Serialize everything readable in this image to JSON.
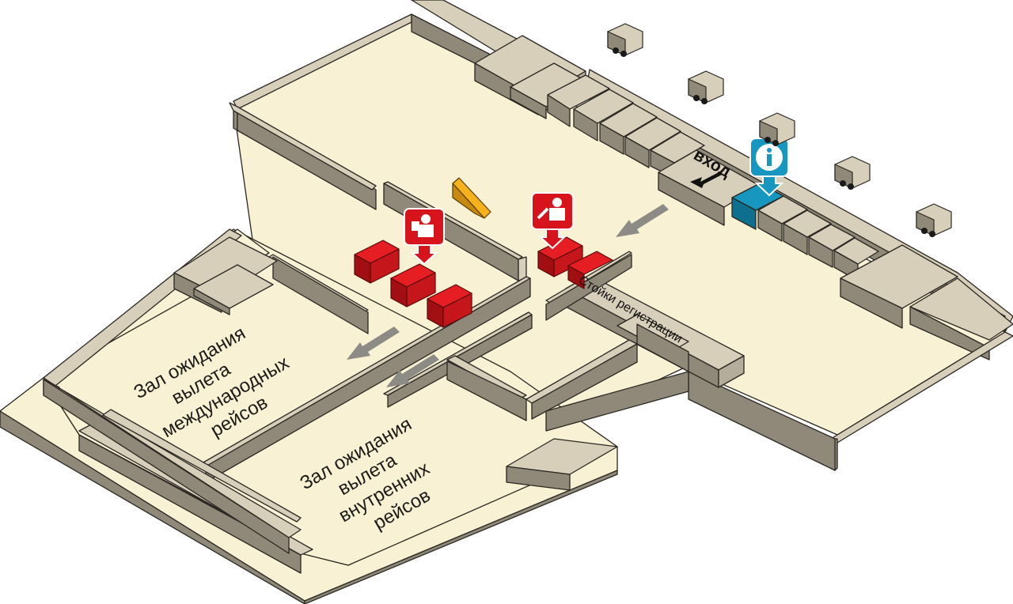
{
  "labels": {
    "entrance": "вход",
    "checkin": "Стойки регистрации",
    "intl_hall": [
      "Зал ожидания",
      "вылета",
      "международных",
      "рейсов"
    ],
    "dom_hall": [
      "Зал ожидания",
      "вылета",
      "внутренних",
      "рейсов"
    ]
  },
  "icons": {
    "info": "info-icon",
    "passport_control": "passport-control-icon",
    "taxi": "taxi-icon"
  },
  "colors": {
    "floor": "#f9f1d3",
    "wall_top": "#d8cfbb",
    "wall_side": "#908979",
    "counter": "#d7141b",
    "info": "#1797bf",
    "arrow": "#8d8b86"
  }
}
